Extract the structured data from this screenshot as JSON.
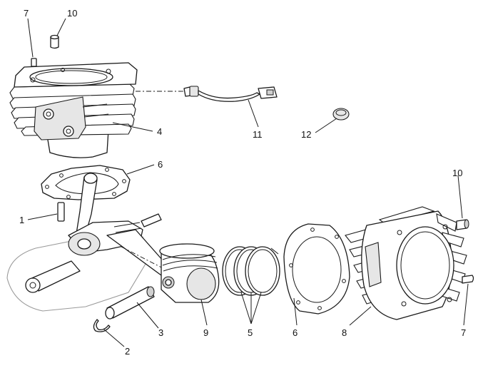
{
  "callouts": [
    {
      "id": "c7a",
      "text": "7"
    },
    {
      "id": "c10a",
      "text": "10"
    },
    {
      "id": "c4",
      "text": "4"
    },
    {
      "id": "c11",
      "text": "11"
    },
    {
      "id": "c12",
      "text": "12"
    },
    {
      "id": "c6a",
      "text": "6"
    },
    {
      "id": "c1",
      "text": "1"
    },
    {
      "id": "c10b",
      "text": "10"
    },
    {
      "id": "c3",
      "text": "3"
    },
    {
      "id": "c9",
      "text": "9"
    },
    {
      "id": "c5",
      "text": "5"
    },
    {
      "id": "c6b",
      "text": "6"
    },
    {
      "id": "c8",
      "text": "8"
    },
    {
      "id": "c7b",
      "text": "7"
    },
    {
      "id": "c2",
      "text": "2"
    }
  ]
}
